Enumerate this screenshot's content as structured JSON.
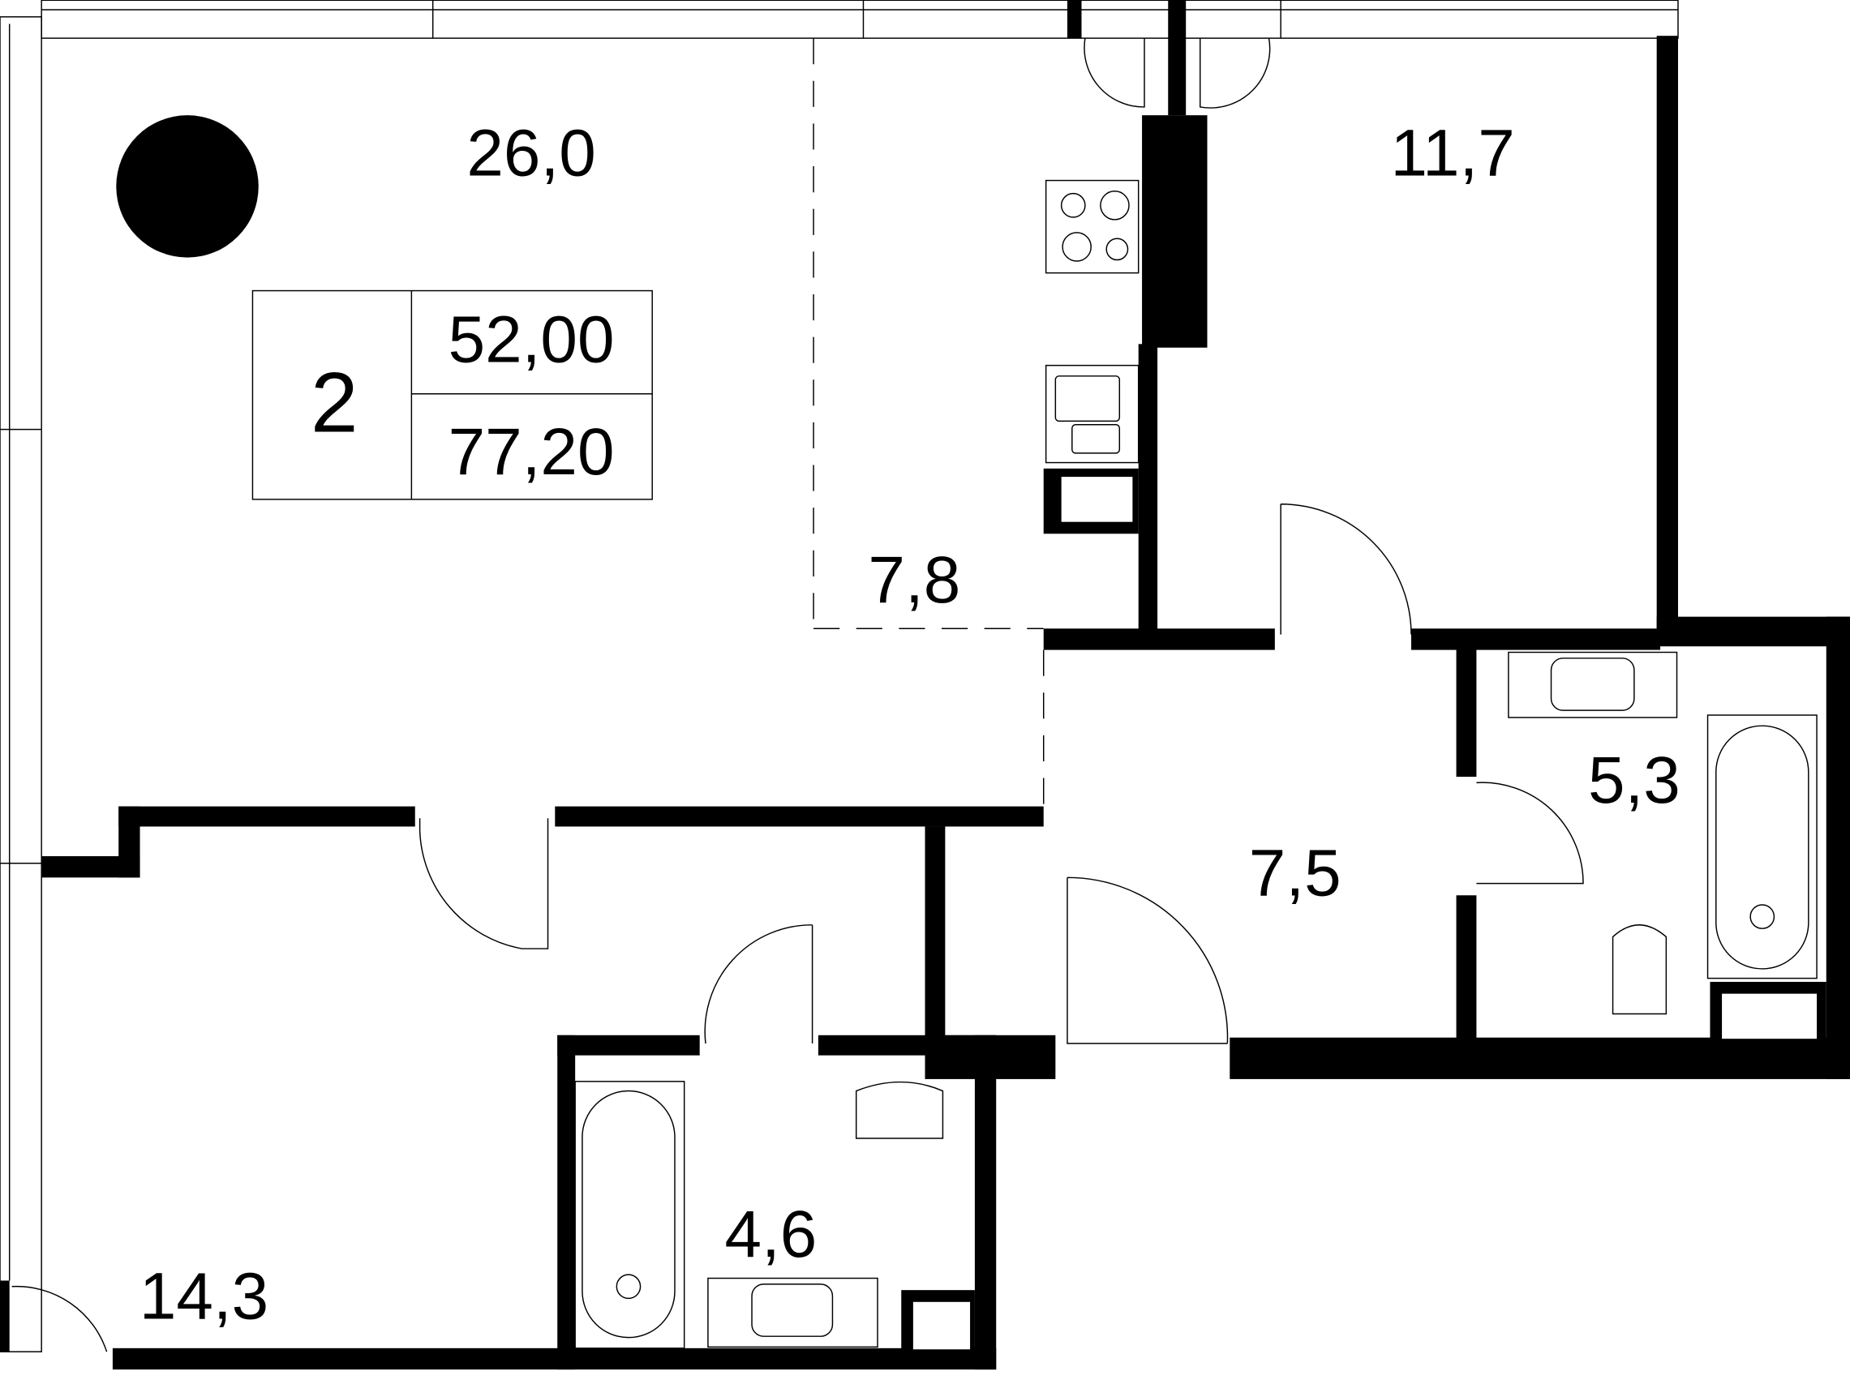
{
  "apartment": {
    "rooms_count": "2",
    "living_area": "52,00",
    "total_area": "77,20"
  },
  "rooms": {
    "living_room": "26,0",
    "bedroom_top": "11,7",
    "kitchen": "7,8",
    "hallway": "7,5",
    "bathroom_right": "5,3",
    "bathroom_bottom": "4,6",
    "bedroom_bottom": "14,3"
  },
  "colors": {
    "wall": "#000000",
    "background": "#ffffff"
  }
}
